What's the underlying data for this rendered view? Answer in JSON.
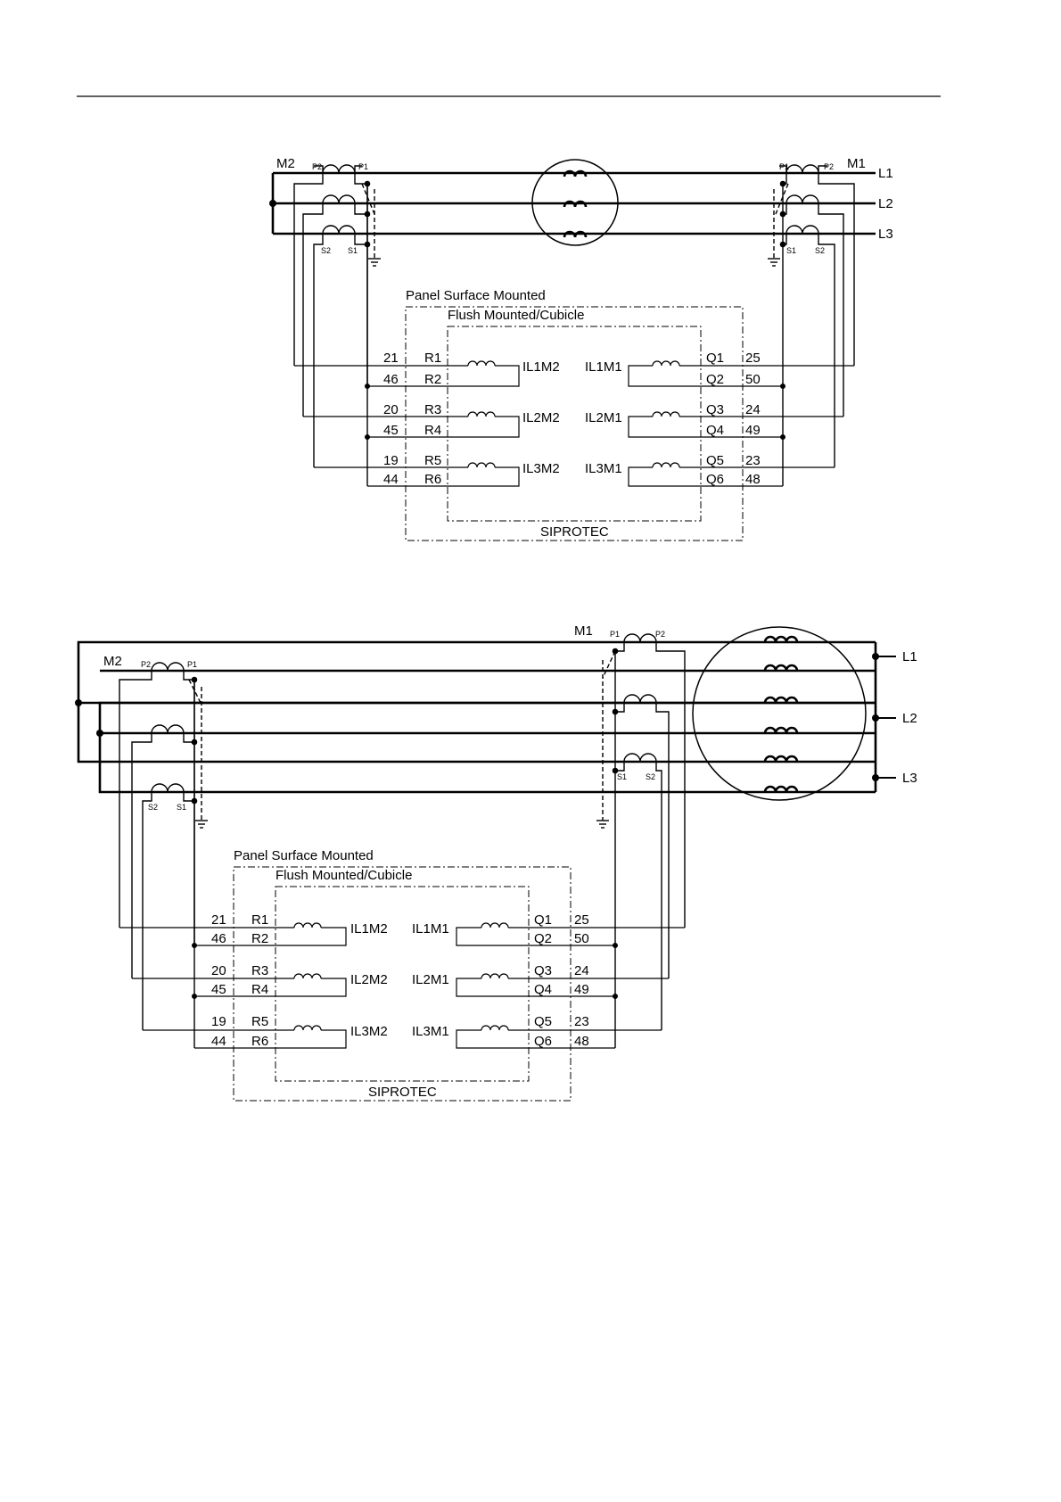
{
  "diagram1": {
    "ct_left": "M2",
    "ct_right": "M1",
    "phases": [
      "L1",
      "L2",
      "L3"
    ],
    "ct_terminals": {
      "p1": "P1",
      "p2": "P2",
      "s1": "S1",
      "s2": "S2"
    },
    "outer_box": "Panel Surface Mounted",
    "inner_box": "Flush Mounted/Cubicle",
    "device": "SIPROTEC",
    "rows": [
      {
        "left_pin": "21",
        "left_term": "R1",
        "left_input": "IL1M2",
        "right_input": "IL1M1",
        "right_term": "Q1",
        "right_pin": "25"
      },
      {
        "left_pin": "46",
        "left_term": "R2",
        "right_term": "Q2",
        "right_pin": "50"
      },
      {
        "left_pin": "20",
        "left_term": "R3",
        "left_input": "IL2M2",
        "right_input": "IL2M1",
        "right_term": "Q3",
        "right_pin": "24"
      },
      {
        "left_pin": "45",
        "left_term": "R4",
        "right_term": "Q4",
        "right_pin": "49"
      },
      {
        "left_pin": "19",
        "left_term": "R5",
        "left_input": "IL3M2",
        "right_input": "IL3M1",
        "right_term": "Q5",
        "right_pin": "23"
      },
      {
        "left_pin": "44",
        "left_term": "R6",
        "right_term": "Q6",
        "right_pin": "48"
      }
    ]
  },
  "diagram2": {
    "ct_left": "M2",
    "ct_right": "M1",
    "phases": [
      "L1",
      "L2",
      "L3"
    ],
    "ct_terminals": {
      "p1": "P1",
      "p2": "P2",
      "s1": "S1",
      "s2": "S2"
    },
    "outer_box": "Panel Surface Mounted",
    "inner_box": "Flush Mounted/Cubicle",
    "device": "SIPROTEC",
    "rows": [
      {
        "left_pin": "21",
        "left_term": "R1",
        "left_input": "IL1M2",
        "right_input": "IL1M1",
        "right_term": "Q1",
        "right_pin": "25"
      },
      {
        "left_pin": "46",
        "left_term": "R2",
        "right_term": "Q2",
        "right_pin": "50"
      },
      {
        "left_pin": "20",
        "left_term": "R3",
        "left_input": "IL2M2",
        "right_input": "IL2M1",
        "right_term": "Q3",
        "right_pin": "24"
      },
      {
        "left_pin": "45",
        "left_term": "R4",
        "right_term": "Q4",
        "right_pin": "49"
      },
      {
        "left_pin": "19",
        "left_term": "R5",
        "left_input": "IL3M2",
        "right_input": "IL3M1",
        "right_term": "Q5",
        "right_pin": "23"
      },
      {
        "left_pin": "44",
        "left_term": "R6",
        "right_term": "Q6",
        "right_pin": "48"
      }
    ]
  }
}
